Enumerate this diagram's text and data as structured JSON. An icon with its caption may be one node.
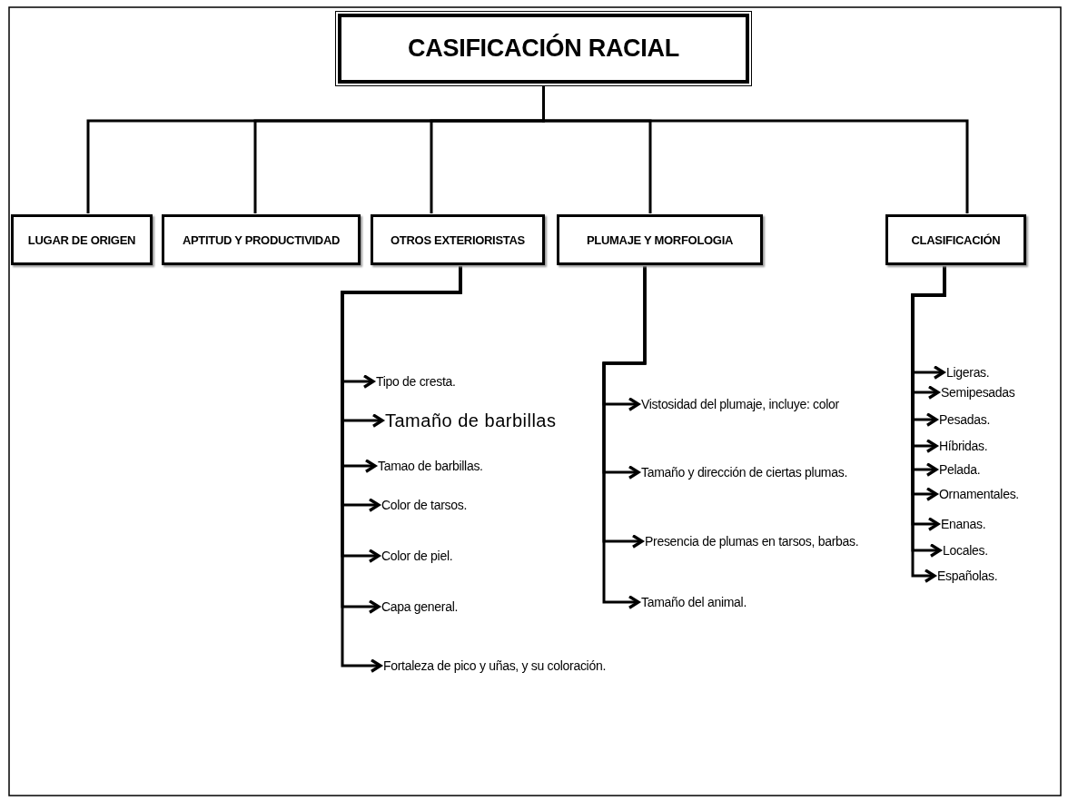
{
  "diagram": {
    "nodes": [
      {
        "text": [
          "CASIFICACIÓN RACIAL"
        ]
      },
      {
        "text": [
          "LUGAR DE ORIGEN"
        ]
      },
      {
        "text": [
          "APTITUD Y PRODUCTIVIDAD"
        ]
      },
      {
        "text": [
          "OTROS EXTERIORISTAS"
        ]
      },
      {
        "text": [
          "PLUMAJE Y MORFOLOGIA"
        ]
      },
      {
        "text": [
          "CLASIFICACIÓN"
        ]
      },
      {
        "text": [
          "Tipo de cresta."
        ]
      },
      {
        "text": [
          "Tamaño de barbillas"
        ]
      },
      {
        "text": [
          "Tamao de barbillas."
        ]
      },
      {
        "text": [
          "Color de tarsos."
        ]
      },
      {
        "text": [
          "Color de piel."
        ]
      },
      {
        "text": [
          "Capa general."
        ]
      },
      {
        "text": [
          "Fortaleza de pico y uñas, y su coloración."
        ]
      },
      {
        "text": [
          "Vistosidad del plumaje, incluye: color"
        ]
      },
      {
        "text": [
          "Tamaño y dirección de ciertas plumas."
        ]
      },
      {
        "text": [
          "Presencia de plumas en tarsos, barbas."
        ]
      },
      {
        "text": [
          "Tamaño del animal."
        ]
      },
      {
        "text": [
          "Ligeras."
        ]
      },
      {
        "text": [
          "Semipesadas"
        ]
      },
      {
        "text": [
          "Pesadas."
        ]
      },
      {
        "text": [
          "Híbridas."
        ]
      },
      {
        "text": [
          "Pelada."
        ]
      },
      {
        "text": [
          "Ornamentales."
        ]
      },
      {
        "text": [
          "Enanas."
        ]
      },
      {
        "text": [
          "Locales."
        ]
      },
      {
        "text": [
          "Españolas."
        ]
      }
    ],
    "edges": [
      {
        "from": 0,
        "to": 1,
        "arrow": "none"
      },
      {
        "from": 0,
        "to": 2,
        "arrow": "none"
      },
      {
        "from": 0,
        "to": 3,
        "arrow": "none"
      },
      {
        "from": 0,
        "to": 4,
        "arrow": "none"
      },
      {
        "from": 0,
        "to": 5,
        "arrow": "none"
      },
      {
        "from": 3,
        "to": 6,
        "arrow": "to"
      },
      {
        "from": 3,
        "to": 7,
        "arrow": "to"
      },
      {
        "from": 3,
        "to": 8,
        "arrow": "to"
      },
      {
        "from": 3,
        "to": 9,
        "arrow": "to"
      },
      {
        "from": 3,
        "to": 10,
        "arrow": "to"
      },
      {
        "from": 3,
        "to": 11,
        "arrow": "to"
      },
      {
        "from": 3,
        "to": 12,
        "arrow": "to"
      },
      {
        "from": 4,
        "to": 13,
        "arrow": "to"
      },
      {
        "from": 4,
        "to": 14,
        "arrow": "to"
      },
      {
        "from": 4,
        "to": 15,
        "arrow": "to"
      },
      {
        "from": 4,
        "to": 16,
        "arrow": "to"
      },
      {
        "from": 5,
        "to": 17,
        "arrow": "to"
      },
      {
        "from": 5,
        "to": 18,
        "arrow": "to"
      },
      {
        "from": 5,
        "to": 19,
        "arrow": "to"
      },
      {
        "from": 5,
        "to": 20,
        "arrow": "to"
      },
      {
        "from": 5,
        "to": 21,
        "arrow": "to"
      },
      {
        "from": 5,
        "to": 22,
        "arrow": "to"
      },
      {
        "from": 5,
        "to": 23,
        "arrow": "to"
      },
      {
        "from": 5,
        "to": 24,
        "arrow": "to"
      },
      {
        "from": 5,
        "to": 25,
        "arrow": "to"
      }
    ]
  }
}
